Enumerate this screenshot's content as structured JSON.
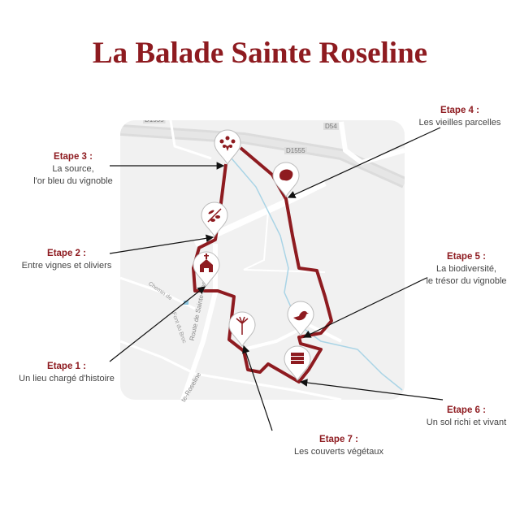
{
  "title": "La Balade Sainte Roseline",
  "colors": {
    "accent": "#8e1b20",
    "map_bg": "#f1f1f1",
    "road": "#ffffff",
    "river": "#a9d4e6"
  },
  "map_labels": {
    "road_top": "D1555",
    "d54": "D54",
    "d1555": "D1555",
    "chemin": "Chemin de",
    "font_du_broc": "Font du Broc",
    "route": "Route de Sainte-Roseline",
    "route_bottom": "te-Roseline"
  },
  "stages": [
    {
      "title": "Etape 1 :",
      "lines": [
        "Un lieu chargé d'histoire"
      ],
      "icon": "chapel-icon"
    },
    {
      "title": "Etape 2 :",
      "lines": [
        "Entre vignes et oliviers"
      ],
      "icon": "olive-branch-icon"
    },
    {
      "title": "Etape 3 :",
      "lines": [
        "La source,",
        "l'or bleu du vignoble"
      ],
      "icon": "spring-icon"
    },
    {
      "title": "Etape 4 :",
      "lines": [
        "Les vieilles parcelles"
      ],
      "icon": "vine-leaf-icon"
    },
    {
      "title": "Etape 5 :",
      "lines": [
        "La biodiversité,",
        "le trésor du vignoble"
      ],
      "icon": "bird-icon"
    },
    {
      "title": "Etape 6 :",
      "lines": [
        "Un sol richi et vivant"
      ],
      "icon": "soil-layers-icon"
    },
    {
      "title": "Etape 7 :",
      "lines": [
        "Les couverts végétaux"
      ],
      "icon": "plant-icon"
    }
  ]
}
